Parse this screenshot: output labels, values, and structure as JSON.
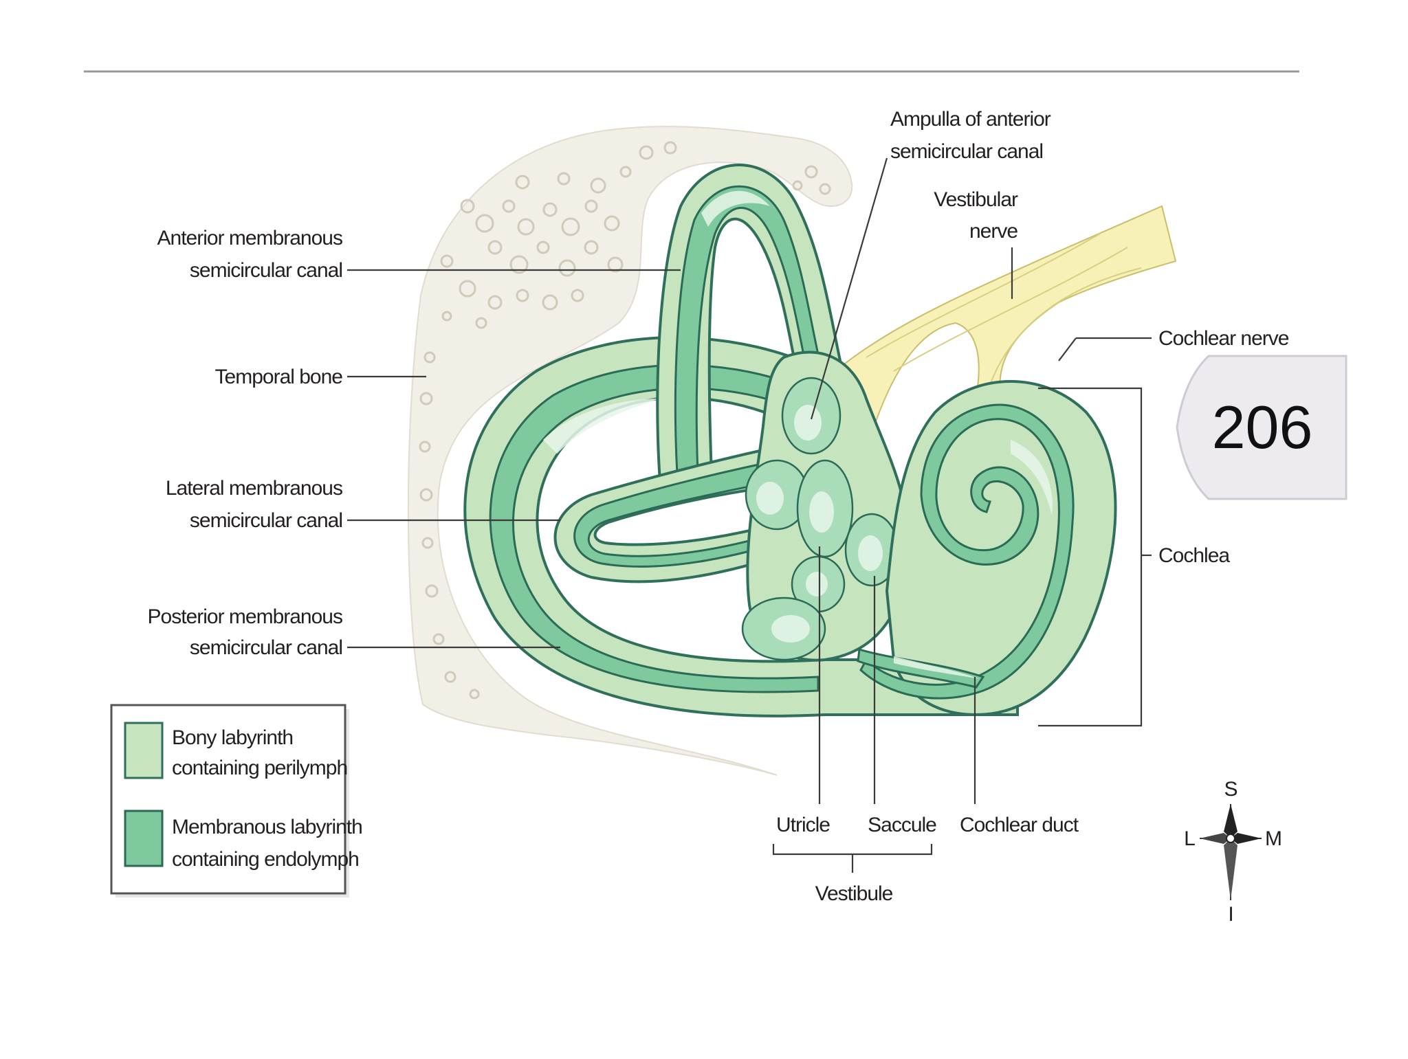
{
  "page_number": "206",
  "labels": {
    "anterior_canal_l1": "Anterior membranous",
    "anterior_canal_l2": "semicircular canal",
    "temporal_bone": "Temporal bone",
    "lateral_canal_l1": "Lateral membranous",
    "lateral_canal_l2": "semicircular canal",
    "posterior_canal_l1": "Posterior membranous",
    "posterior_canal_l2": "semicircular canal",
    "ampulla_l1": "Ampulla of anterior",
    "ampulla_l2": "semicircular canal",
    "vestibular_nerve_l1": "Vestibular",
    "vestibular_nerve_l2": "nerve",
    "cochlear_nerve": "Cochlear nerve",
    "cochlea": "Cochlea",
    "utricle": "Utricle",
    "saccule": "Saccule",
    "cochlear_duct": "Cochlear duct",
    "vestibule": "Vestibule"
  },
  "legend": {
    "bony_l1": "Bony labyrinth",
    "bony_l2": "containing perilymph",
    "memb_l1": "Membranous labyrinth",
    "memb_l2": "containing endolymph"
  },
  "compass": {
    "north": "S",
    "south": "I",
    "west": "L",
    "east": "M"
  },
  "colors": {
    "bony_labyrinth": "#c6e5be",
    "membranous_labyrinth": "#7ec99d",
    "temporal_bone": "#f2efe6",
    "nerve": "#f7f1b8"
  }
}
